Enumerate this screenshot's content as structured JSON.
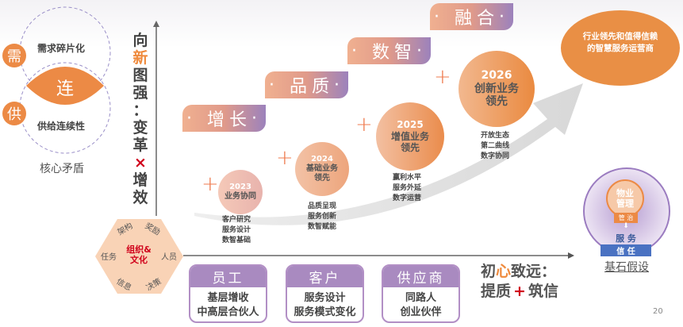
{
  "core": {
    "demand_badge": "需",
    "supply_badge": "供",
    "demand_text": "需求碎片化",
    "connect": "连",
    "supply_text": "供给连续性",
    "caption": "核心矛盾"
  },
  "vertical_title": {
    "c1": "向",
    "c2": "新",
    "c3": "图",
    "c4": "强",
    "c5": "：",
    "c6": "变",
    "c7": "革",
    "c8": "×",
    "c9": "增",
    "c10": "效"
  },
  "hexagon": {
    "center_line1": "组织&",
    "center_line2": "文化",
    "items": [
      "架构",
      "奖励",
      "任务",
      "人员",
      "信息",
      "决策"
    ]
  },
  "steps": [
    {
      "label": "增长",
      "year": "2023",
      "title": "业务协同",
      "points": [
        "客户研究",
        "服务设计",
        "数智基础"
      ]
    },
    {
      "label": "品质",
      "year": "2024",
      "title_l1": "基础业务",
      "title_l2": "领先",
      "points": [
        "品质呈现",
        "服务创新",
        "数智赋能"
      ]
    },
    {
      "label": "数智",
      "year": "2025",
      "title_l1": "增值业务",
      "title_l2": "领先",
      "points": [
        "赢利水平",
        "服务外延",
        "数字运营"
      ]
    },
    {
      "label": "融合",
      "year": "2026",
      "title_l1": "创新业务",
      "title_l2": "领先",
      "points": [
        "开放生态",
        "第二曲线",
        "数字协同"
      ]
    }
  ],
  "goal": {
    "line1": "行业领先和值得信赖",
    "line2": "的智慧服务运营商"
  },
  "foundation": {
    "inner_l1": "物业",
    "inner_l2": "管理",
    "govern": "管 治",
    "arrow": "⬇",
    "service": "服 务",
    "trust": "信 任",
    "caption": "基石假设"
  },
  "stakeholders": [
    {
      "title": "员工",
      "lines": [
        "基层增收",
        "中高层合伙人"
      ]
    },
    {
      "title": "客户",
      "lines": [
        "服务设计",
        "服务模式变化"
      ]
    },
    {
      "title": "供应商",
      "lines": [
        "同路人",
        "创业伙伴"
      ]
    }
  ],
  "slogan": {
    "a": "初",
    "b": "心",
    "c": "致远：",
    "d": "提质",
    "e": "+",
    "f": "筑信"
  },
  "page_number": "20",
  "colors": {
    "orange": "#ec8a45",
    "purple": "#a98ac0",
    "red": "#d0021b"
  }
}
